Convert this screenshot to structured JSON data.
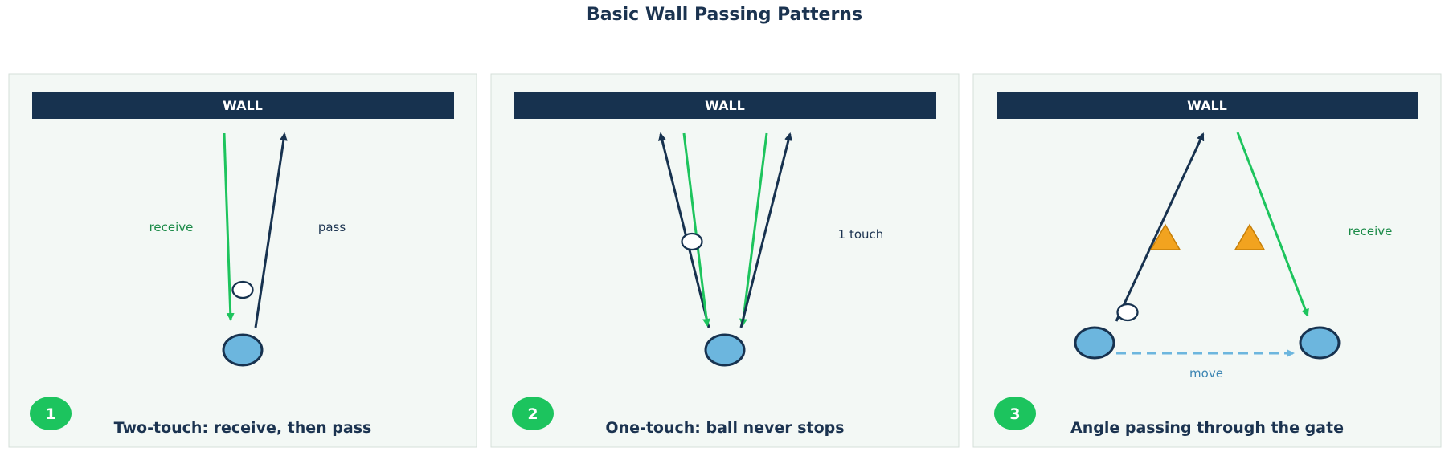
{
  "title": "Basic Wall Passing Patterns",
  "colors": {
    "navy": "#17324f",
    "green": "#1dc45d",
    "player_blue": "#6cb6de",
    "cone_orange": "#f2a31f",
    "panel_bg": "#f3f8f5"
  },
  "panels": [
    {
      "badge": "1",
      "wall_label": "WALL",
      "caption": "Two-touch: receive, then pass",
      "labels": {
        "receive": "receive",
        "pass": "pass"
      }
    },
    {
      "badge": "2",
      "wall_label": "WALL",
      "caption": "One-touch: ball never stops",
      "labels": {
        "touch": "1 touch"
      }
    },
    {
      "badge": "3",
      "wall_label": "WALL",
      "caption": "Angle passing through the gate",
      "labels": {
        "receive": "receive",
        "move": "move"
      }
    }
  ]
}
